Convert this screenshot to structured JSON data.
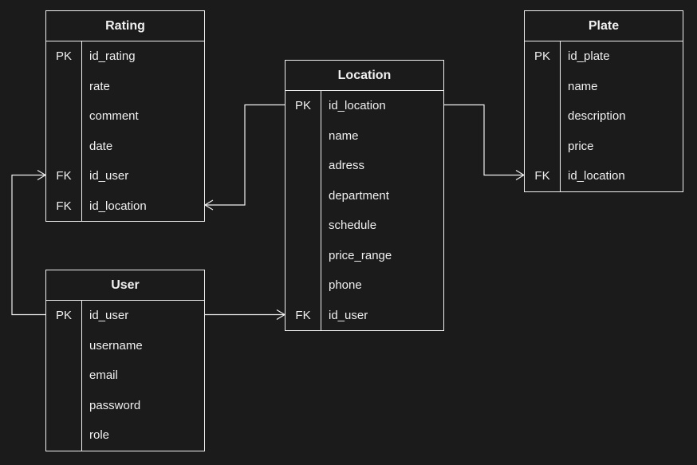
{
  "entities": {
    "rating": {
      "title": "Rating",
      "rows": [
        {
          "key": "PK",
          "field": "id_rating"
        },
        {
          "key": "",
          "field": "rate"
        },
        {
          "key": "",
          "field": "comment"
        },
        {
          "key": "",
          "field": "date"
        },
        {
          "key": "FK",
          "field": "id_user"
        },
        {
          "key": "FK",
          "field": "id_location"
        }
      ]
    },
    "location": {
      "title": "Location",
      "rows": [
        {
          "key": "PK",
          "field": "id_location"
        },
        {
          "key": "",
          "field": "name"
        },
        {
          "key": "",
          "field": "adress"
        },
        {
          "key": "",
          "field": "department"
        },
        {
          "key": "",
          "field": "schedule"
        },
        {
          "key": "",
          "field": "price_range"
        },
        {
          "key": "",
          "field": "phone"
        },
        {
          "key": "FK",
          "field": "id_user"
        }
      ]
    },
    "plate": {
      "title": "Plate",
      "rows": [
        {
          "key": "PK",
          "field": "id_plate"
        },
        {
          "key": "",
          "field": "name"
        },
        {
          "key": "",
          "field": "description"
        },
        {
          "key": "",
          "field": "price"
        },
        {
          "key": "FK",
          "field": "id_location"
        }
      ]
    },
    "user": {
      "title": "User",
      "rows": [
        {
          "key": "PK",
          "field": "id_user"
        },
        {
          "key": "",
          "field": "username"
        },
        {
          "key": "",
          "field": "email"
        },
        {
          "key": "",
          "field": "password"
        },
        {
          "key": "",
          "field": "role"
        }
      ]
    }
  },
  "relationships": [
    {
      "from": "user.id_user",
      "to": "rating.id_user",
      "cardinality": "one-to-many"
    },
    {
      "from": "location.id_location",
      "to": "rating.id_location",
      "cardinality": "one-to-many"
    },
    {
      "from": "location.id_location",
      "to": "plate.id_location",
      "cardinality": "one-to-many"
    },
    {
      "from": "user.id_user",
      "to": "location.id_user",
      "cardinality": "one-to-many"
    }
  ]
}
